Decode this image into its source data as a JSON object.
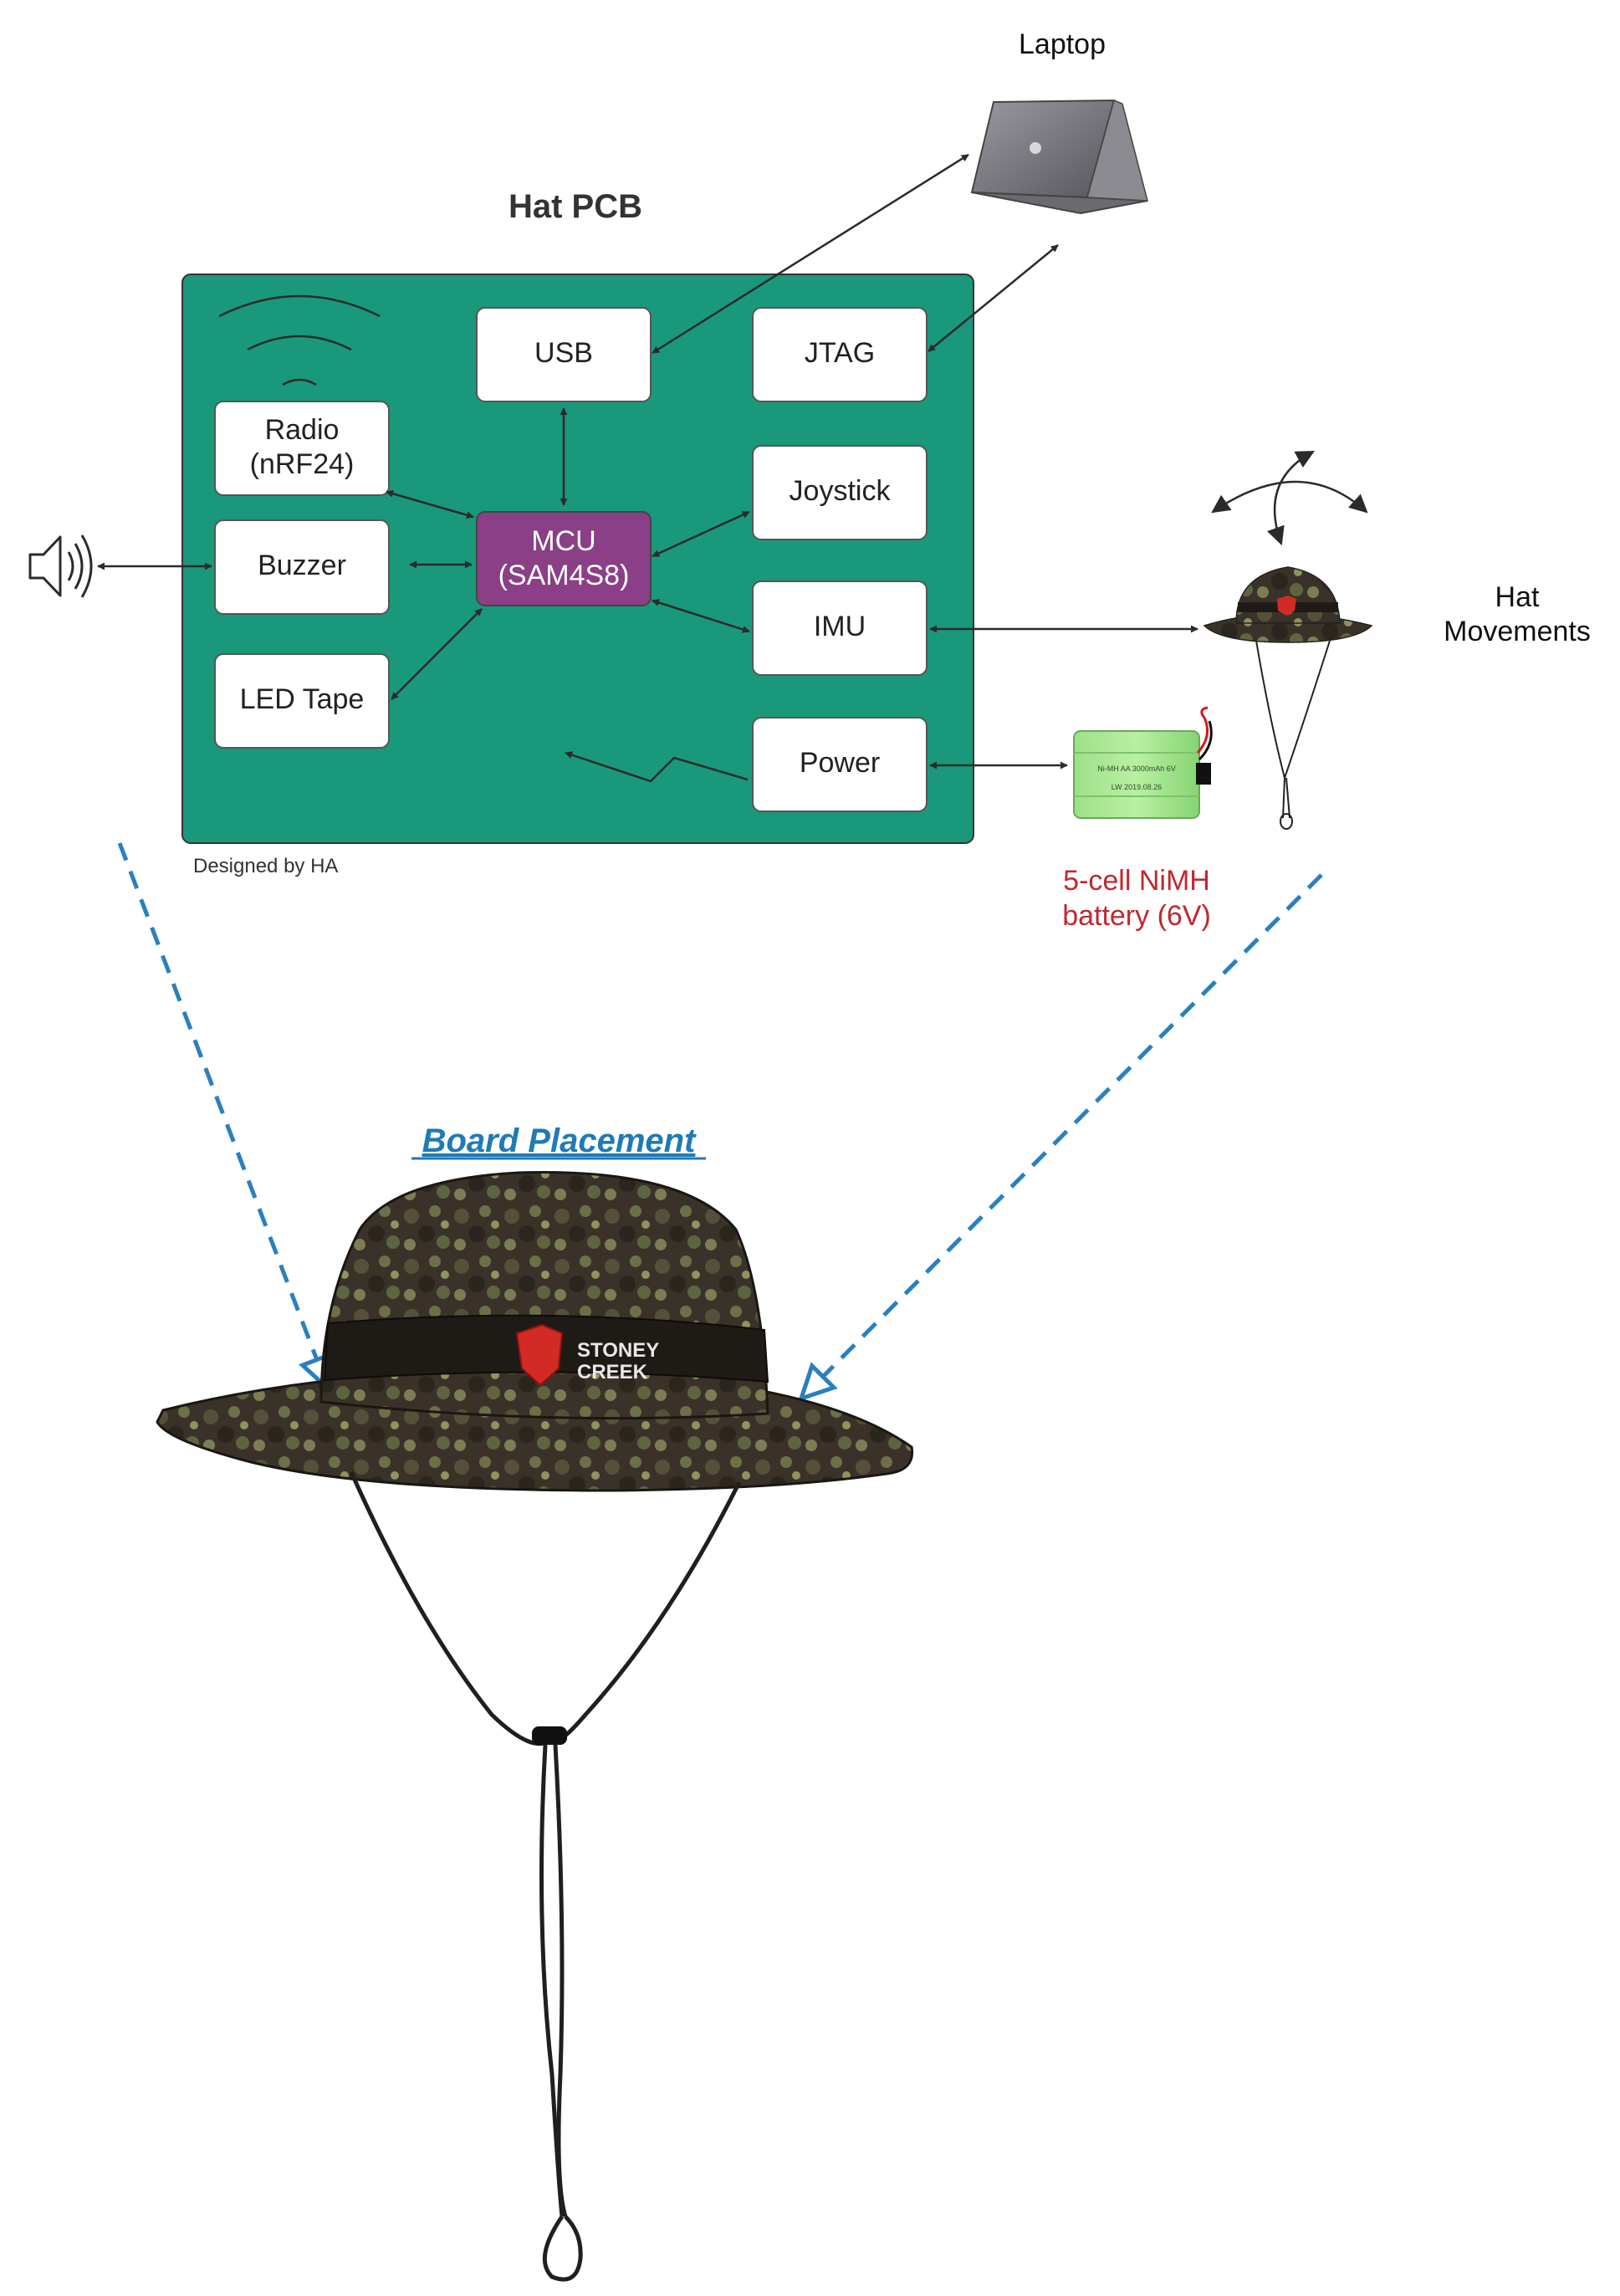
{
  "board": {
    "title": "Hat PCB",
    "credit": "Designed by HA",
    "color": "#1a987b"
  },
  "blocks": {
    "usb": "USB",
    "jtag": "JTAG",
    "radio_line1": "Radio",
    "radio_line2": "(nRF24)",
    "joystick": "Joystick",
    "buzzer": "Buzzer",
    "mcu_line1": "MCU",
    "mcu_line2": "(SAM4S8)",
    "imu": "IMU",
    "led_tape": "LED Tape",
    "power": "Power"
  },
  "mcu_color": "#8a3f86",
  "external": {
    "laptop": "Laptop",
    "hat_movements_line1": "Hat",
    "hat_movements_line2": "Movements",
    "battery_line1": "5-cell NiMH",
    "battery_line2": "battery (6V)",
    "battery_sticker_line1": "Ni-MH AA 3000mAh 6V",
    "battery_sticker_line2": "LW 2019.08.26",
    "hat_brand_line1": "STONEY",
    "hat_brand_line2": "CREEK"
  },
  "placement": {
    "title": "Board Placement"
  },
  "icons": [
    "speaker-icon",
    "laptop-icon",
    "radio-waves-icon",
    "battery-icon",
    "hat-icon",
    "rotation-arrows-icon"
  ]
}
